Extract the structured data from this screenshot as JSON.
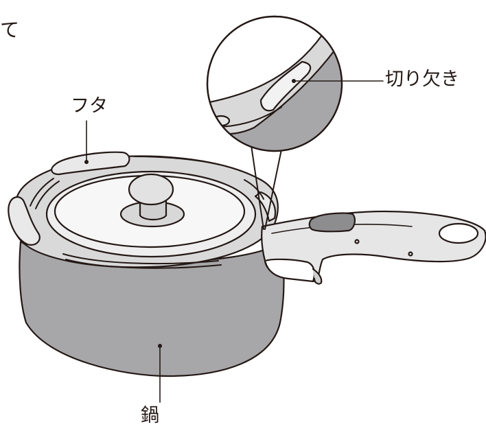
{
  "labels": {
    "top_fragment": "て",
    "lid": "フタ",
    "notch": "切り欠き",
    "pot": "鍋"
  },
  "colors": {
    "outline": "#231815",
    "pot_body": "#a7a7a9",
    "pot_rim": "#d9d9da",
    "lid_glass": "#f2f2f2",
    "handle": "#e6e6e7",
    "knob": "#cfcfd0",
    "button": "#8d8d8f"
  }
}
